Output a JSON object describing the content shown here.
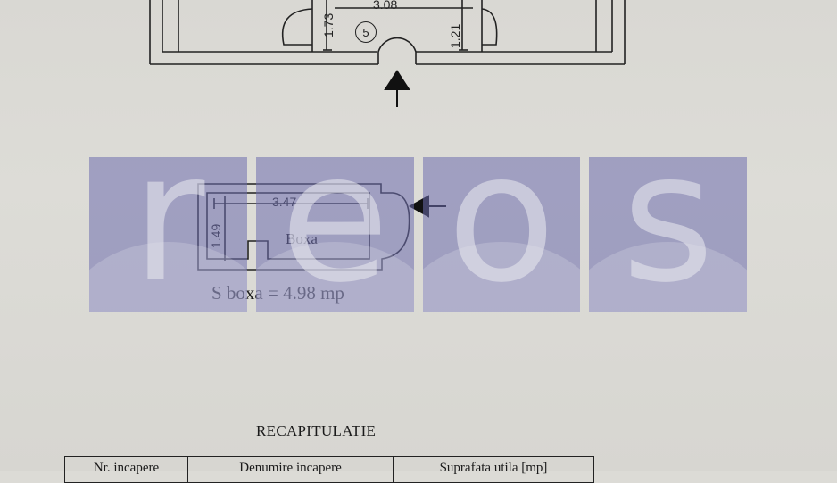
{
  "floor_plan": {
    "dimension_width": "3.08",
    "dimension_left_height": "1.73",
    "dimension_right_height": "1.21",
    "room_number": "5"
  },
  "storage_plan": {
    "dimension_width": "3.47",
    "dimension_height": "1.49",
    "room_label": "Boxa",
    "area_label": "S boxa = 4.98 mp"
  },
  "watermark": {
    "letters": [
      "r",
      "e",
      "o",
      "s"
    ]
  },
  "recap": {
    "title": "RECAPITULATIE",
    "table_headers": [
      "Nr. incapere",
      "Denumire incapere",
      "Suprafata utila [mp]"
    ]
  }
}
